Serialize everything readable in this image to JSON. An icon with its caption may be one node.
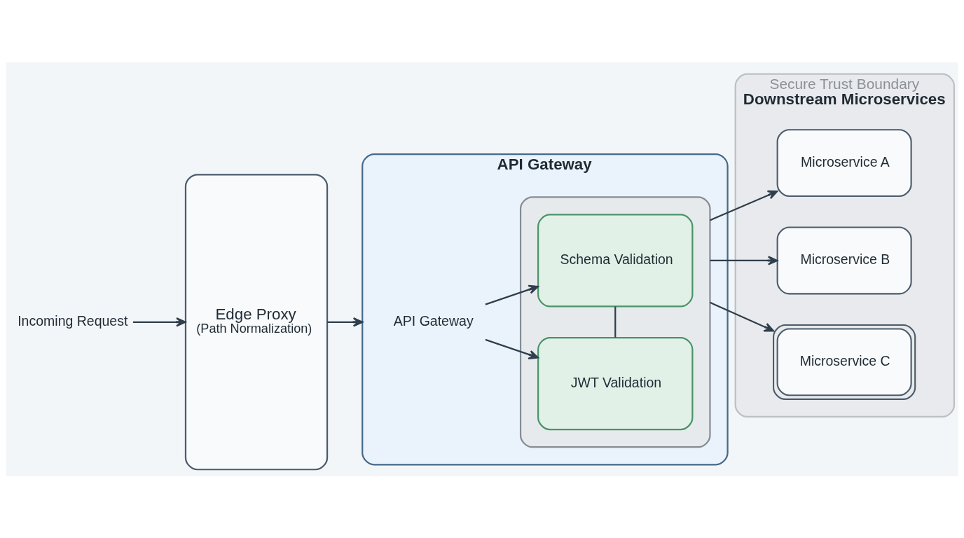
{
  "diagram": {
    "nodes": [
      {
        "text": [
          "Incoming Request"
        ]
      },
      {
        "text": [
          "Edge Proxy",
          "(Path Normalization)"
        ]
      },
      {
        "text": [
          "API Gateway"
        ]
      },
      {
        "text": [
          "API Gateway"
        ],
        "in": 2
      },
      {
        "text": [],
        "shape": "box",
        "in": 2
      },
      {
        "text": [
          "Schema Validation"
        ],
        "in": 4
      },
      {
        "text": [
          "JWT Validation"
        ],
        "in": 4
      },
      {
        "text": [
          "Secure Trust Boundary",
          "Downstream Microservices"
        ]
      },
      {
        "text": [
          "Microservice A"
        ],
        "in": 7
      },
      {
        "text": [
          "Microservice B"
        ],
        "in": 7
      },
      {
        "text": [
          "Microservice C"
        ],
        "in": 7
      }
    ],
    "edges": [
      {
        "from": 0,
        "to": 1,
        "arrow": "to"
      },
      {
        "from": 1,
        "to": 2,
        "arrow": "to"
      },
      {
        "from": 3,
        "to": 5,
        "arrow": "to"
      },
      {
        "from": 3,
        "to": 6,
        "arrow": "to"
      },
      {
        "from": 5,
        "to": 6,
        "arrow": "none"
      },
      {
        "from": 4,
        "to": 8,
        "arrow": "to"
      },
      {
        "from": 4,
        "to": 9,
        "arrow": "to"
      },
      {
        "from": 4,
        "to": 10,
        "arrow": "to"
      }
    ]
  }
}
